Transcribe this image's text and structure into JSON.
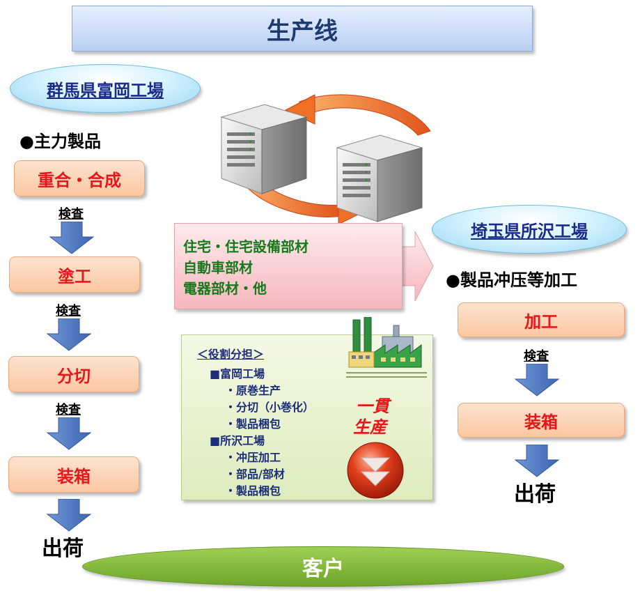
{
  "title": "生产线",
  "left_factory": {
    "name": "群馬県富岡工場",
    "section_label": "●主力製品",
    "steps": [
      "重合・合成",
      "塗工",
      "分切",
      "装箱"
    ],
    "inspection_label": "検査",
    "shipment_label": "出荷"
  },
  "right_factory": {
    "name": "埼玉県所沢工場",
    "section_label": "●製品冲压等加工",
    "steps": [
      "加工",
      "装箱"
    ],
    "inspection_label": "検査",
    "shipment_label": "出荷"
  },
  "products": [
    "住宅・住宅設備部材",
    "自動車部材",
    "電器部材・他"
  ],
  "roles": {
    "heading": "＜役割分担＞",
    "lines": [
      "■富岡工場",
      "・原巻生产",
      "・分切（小巻化）",
      "・製品梱包",
      "■所沢工場",
      "・冲压加工",
      "・部品/部材",
      "・製品梱包"
    ]
  },
  "integrated_production": [
    "一貫",
    "生産"
  ],
  "customer": "客户",
  "colors": {
    "step_text": "#e8161b",
    "product_text": "#167a1c",
    "role_text": "#1c2d7a",
    "arrow_blue": "#4f79c0",
    "cycle_arrow_orange": "#f07a2a",
    "customer_green": "#7fb539"
  }
}
